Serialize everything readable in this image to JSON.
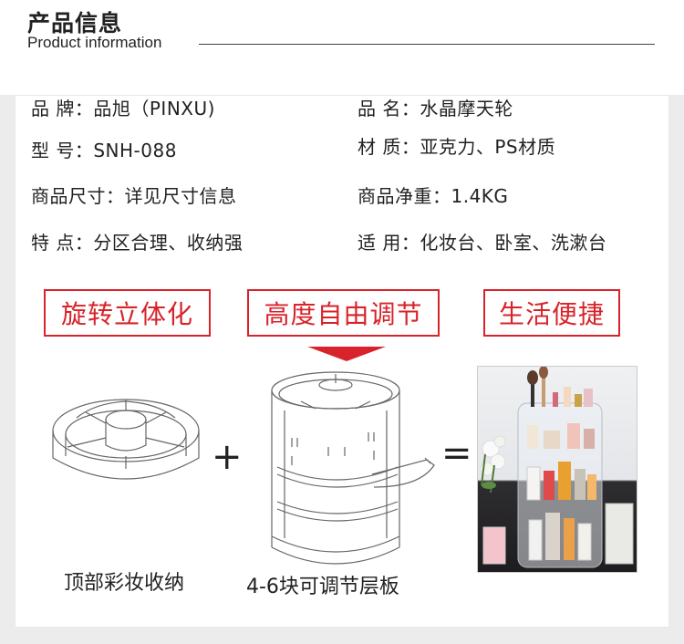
{
  "header": {
    "title_cn": "产品信息",
    "title_en": "Product information"
  },
  "specs": {
    "brand": "品 牌：品旭（PINXU)",
    "name": "品 名：水晶摩天轮",
    "model": "型 号：SNH-088",
    "material": "材 质：亚克力、PS材质",
    "size": "商品尺寸：详见尺寸信息",
    "weight": "商品净重：1.4KG",
    "feature": "特 点：分区合理、收纳强",
    "usage": "适 用：化妆台、卧室、洗漱台"
  },
  "tags": {
    "rotate": "旋转立体化",
    "height": "高度自由调节",
    "life": "生活便捷"
  },
  "operators": {
    "plus": "+",
    "equals": "="
  },
  "captions": {
    "top_tray": "顶部彩妆收纳",
    "shelves": "4-6块可调节层板"
  },
  "colors": {
    "accent": "#d8232a"
  }
}
